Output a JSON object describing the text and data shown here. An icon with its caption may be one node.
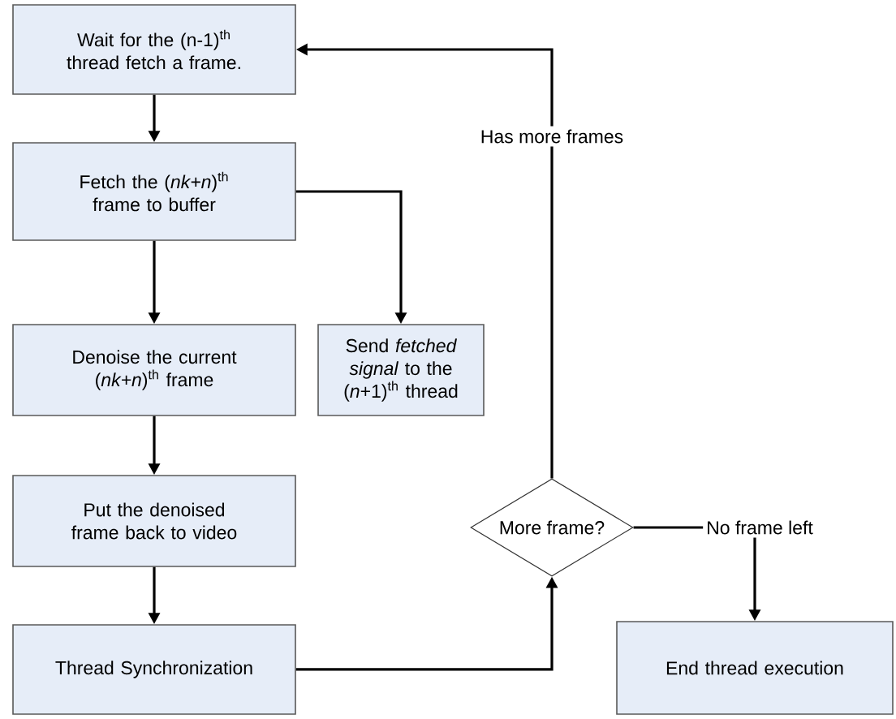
{
  "diagram": {
    "nodes": [
      {
        "text": [
          "Wait for the (n-1)$^{th}$ thread fetch a frame."
        ]
      },
      {
        "text": [
          "Fetch the (*nk+n*)$^{th}$ frame to buffer"
        ]
      },
      {
        "text": [
          "Denoise the current (*nk+n*)$^{th}$ frame"
        ]
      },
      {
        "text": [
          "Send *fetched signal* to the (*n*+1)$^{th}$ thread"
        ]
      },
      {
        "text": [
          "Put the denoised frame back to video"
        ]
      },
      {
        "text": [
          "Thread Synchronization"
        ]
      },
      {
        "text": [
          "More frame?"
        ]
      },
      {
        "text": [
          "End thread execution"
        ]
      }
    ],
    "edges": [
      {
        "from": 0,
        "to": 1,
        "arrow": "to"
      },
      {
        "from": 1,
        "to": 2,
        "arrow": "to"
      },
      {
        "from": 1,
        "to": 3,
        "arrow": "to"
      },
      {
        "from": 2,
        "to": 4,
        "arrow": "to"
      },
      {
        "from": 4,
        "to": 5,
        "arrow": "to"
      },
      {
        "from": 5,
        "to": 6,
        "arrow": "to"
      },
      {
        "from": 6,
        "to": 0,
        "arrow": "to",
        "label": "Has more frames"
      },
      {
        "from": 6,
        "to": 7,
        "arrow": "to",
        "label": "No frame left"
      }
    ]
  }
}
